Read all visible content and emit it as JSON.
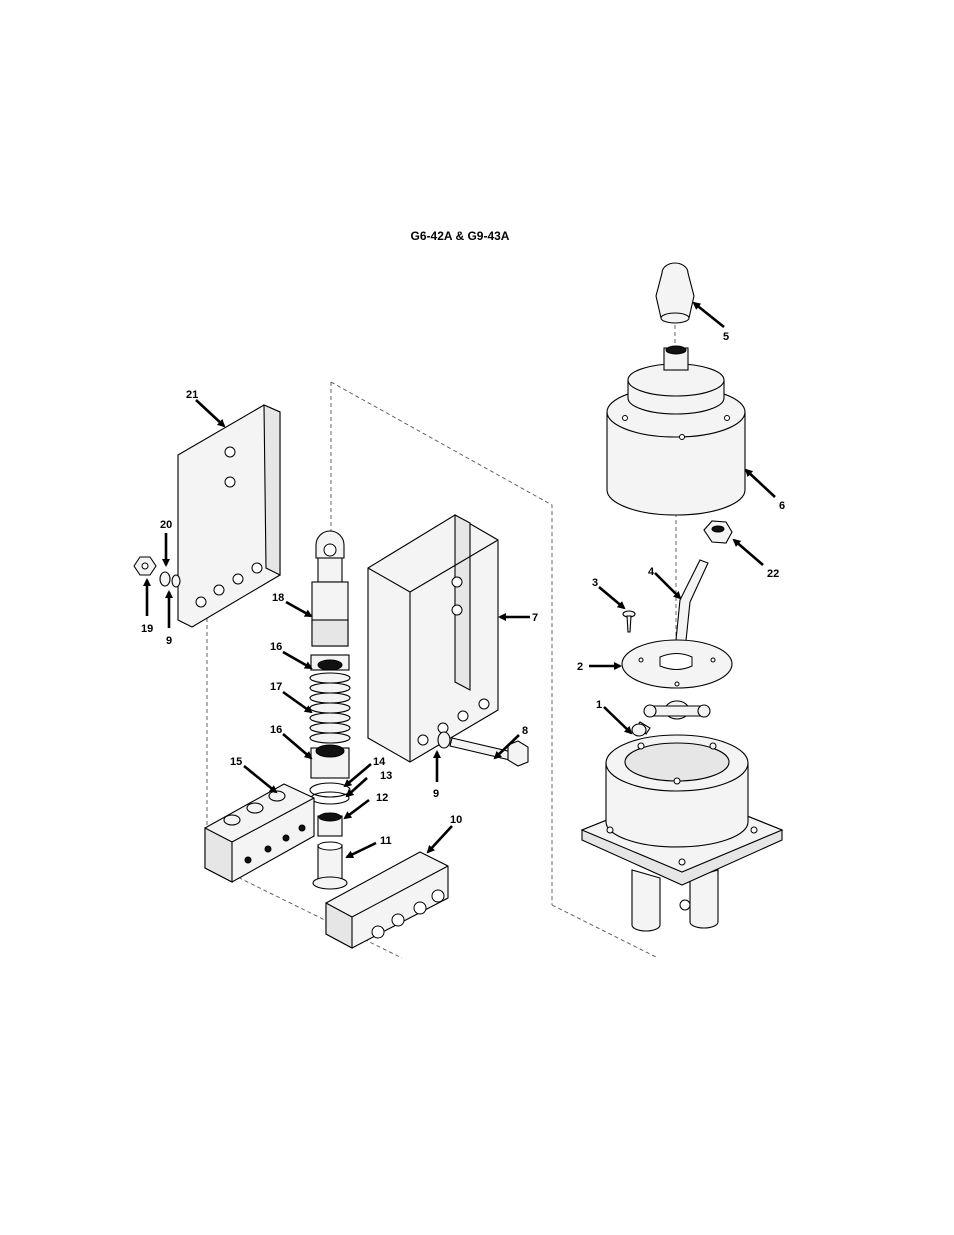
{
  "diagram": {
    "title": "G6-42A & G9-43A",
    "callouts": {
      "c1": "1",
      "c2": "2",
      "c3": "3",
      "c4": "4",
      "c5": "5",
      "c6": "6",
      "c7": "7",
      "c8": "8",
      "c9a": "9",
      "c9b": "9",
      "c10": "10",
      "c11": "11",
      "c12": "12",
      "c13": "13",
      "c14": "14",
      "c15": "15",
      "c16a": "16",
      "c16b": "16",
      "c17": "17",
      "c18": "18",
      "c19": "19",
      "c20": "20",
      "c21": "21",
      "c22": "22"
    }
  }
}
